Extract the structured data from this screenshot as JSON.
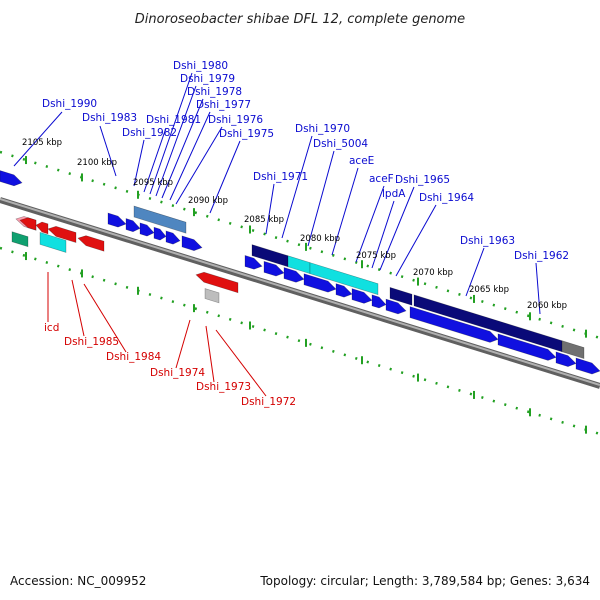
{
  "title": "Dinoroseobacter shibae DFL 12, complete genome",
  "footer": {
    "accession": "Accession: NC_009952",
    "stats": "Topology: circular; Length: 3,789,584 bp; Genes: 3,634"
  },
  "scale_labels": [
    "2105 kbp",
    "2100 kbp",
    "2095 kbp",
    "2090 kbp",
    "2085 kbp",
    "2080 kbp",
    "2075 kbp",
    "2070 kbp",
    "2065 kbp",
    "2060 kbp"
  ],
  "genes_top": [
    "Dshi_1990",
    "Dshi_1983",
    "Dshi_1982",
    "Dshi_1981",
    "Dshi_1980",
    "Dshi_1979",
    "Dshi_1978",
    "Dshi_1977",
    "Dshi_1976",
    "Dshi_1975",
    "Dshi_1971",
    "Dshi_1970",
    "Dshi_5004",
    "aceE",
    "aceF",
    "lpdA",
    "Dshi_1965",
    "Dshi_1964",
    "Dshi_1963",
    "Dshi_1962"
  ],
  "genes_bottom": [
    "icd",
    "Dshi_1985",
    "Dshi_1984",
    "Dshi_1974",
    "Dshi_1973",
    "Dshi_1972"
  ],
  "colors": {
    "cds_forward": "#1010e0",
    "cds_navy": "#0a0a78",
    "cds_steel": "#4f86c0",
    "cds_cyan": "#10e0e0",
    "cds_reverse": "#e01010",
    "cds_gray": "#707070",
    "tick": "#22a022",
    "backbone": "#808080"
  }
}
